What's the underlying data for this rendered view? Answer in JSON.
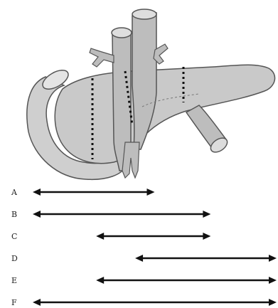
{
  "rows": [
    {
      "label": "A",
      "from": 0.0,
      "to": 0.5
    },
    {
      "label": "B",
      "from": 0.0,
      "to": 0.73
    },
    {
      "label": "C",
      "from": 0.26,
      "to": 0.73
    },
    {
      "label": "D",
      "from": 0.42,
      "to": 1.0
    },
    {
      "label": "E",
      "from": 0.26,
      "to": 1.0
    },
    {
      "label": "F",
      "from": 0.0,
      "to": 1.0
    }
  ],
  "colors": {
    "organ_fill": "#c9c9c9",
    "organ_stroke": "#555555",
    "vessel_fill": "#bdbdbd",
    "resection_line": "#111111",
    "arrow": "#111111"
  }
}
